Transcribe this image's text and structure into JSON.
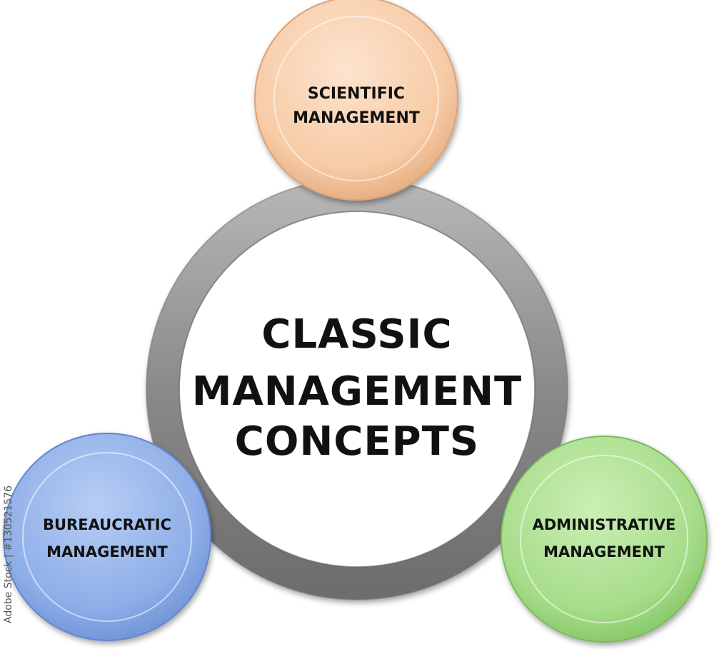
{
  "center": {
    "lines": [
      "CLASSIC",
      "MANAGEMENT",
      "CONCEPTS"
    ]
  },
  "nodes": [
    {
      "id": "scientific",
      "lines": [
        "SCIENTIFIC",
        "MANAGEMENT"
      ],
      "color": "#f7cba6"
    },
    {
      "id": "bureaucratic",
      "lines": [
        "BUREAUCRATIC",
        "MANAGEMENT"
      ],
      "color": "#8eaee8"
    },
    {
      "id": "administrative",
      "lines": [
        "ADMINISTRATIVE",
        "MANAGEMENT"
      ],
      "color": "#a7dd8a"
    }
  ],
  "ring_color": "#8a8a8a",
  "watermark": {
    "id_text": "Adobe Stock | #130521576"
  }
}
